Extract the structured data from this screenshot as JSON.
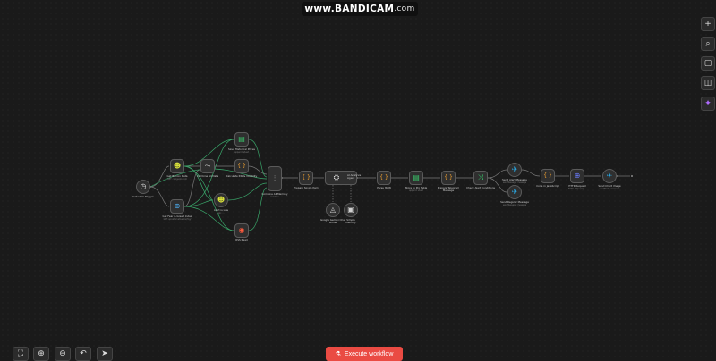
{
  "watermark": {
    "main": "www.BANDICAM",
    "suffix": ".com"
  },
  "nodes": {
    "schedule": {
      "label": "Schedule Trigger",
      "icon": "◷",
      "color": "#e0e0e0"
    },
    "bitcoin": {
      "label": "Get Bitcoin Data",
      "sub": "GET: coingecko.com",
      "icon": "☻",
      "color": "#d8e03a"
    },
    "feargreed": {
      "label": "Get Fear & Greed Index",
      "sub": "GET: api.alternative.me/fng/",
      "icon": "⊕",
      "color": "#4db6ff"
    },
    "combine": {
      "label": "Combine All Data",
      "icon": "⤳",
      "color": "#d0d0d0"
    },
    "calcrsi": {
      "label": "Calculate RSI & Volatility",
      "icon": "{ }",
      "color": "#f0a030"
    },
    "savehist": {
      "label": "Save Historical Prices",
      "sub": "append: sheet",
      "icon": "▤",
      "color": "#39c46a"
    },
    "alertlow": {
      "label": "Alert is Low",
      "sub": "api: ...",
      "icon": "☻",
      "color": "#d8e03a"
    },
    "rss": {
      "label": "RSS Read",
      "icon": "◉",
      "color": "#ff5a3c"
    },
    "merge": {
      "label": "Combine All Memory",
      "sub": "combine",
      "icon": "⫶",
      "color": "#d0d0d0"
    },
    "prepare": {
      "label": "Prepare Single Item",
      "icon": "{ }",
      "color": "#f0a030"
    },
    "aiagent": {
      "label": "AI Analysis Agent",
      "icon": "⛭",
      "color": "#e0e0e0"
    },
    "gemini": {
      "label": "Google Gemini Chat Model",
      "icon": "◬",
      "color": "#cfcfcf"
    },
    "memory": {
      "label": "Simple Memory",
      "icon": "▣",
      "color": "#cfcfcf"
    },
    "parsejson": {
      "label": "Parse JSON",
      "icon": "{ }",
      "color": "#f0a030"
    },
    "storetable": {
      "label": "Store to Pro Table",
      "sub": "append: sheet",
      "icon": "▤",
      "color": "#39c46a"
    },
    "preptg": {
      "label": "Prepare Telegram Message",
      "icon": "{ }",
      "color": "#f0a030"
    },
    "checkalert": {
      "label": "Check Alert Conditions",
      "icon": "⤨",
      "color": "#39c46a"
    },
    "alertmsg": {
      "label": "Send Alert Message",
      "sub": "sendMessage: message",
      "icon": "✈",
      "color": "#2aa6e0"
    },
    "regularmsg": {
      "label": "Send Regular Message",
      "sub": "sendMessage: message",
      "icon": "✈",
      "color": "#2aa6e0"
    },
    "codejs": {
      "label": "Code in JavaScript",
      "icon": "{ }",
      "color": "#f0a030"
    },
    "httpreq": {
      "label": "HTTP Request",
      "sub": "POST: https://api...",
      "icon": "⊕",
      "color": "#6a7cff"
    },
    "sendchart": {
      "label": "Send Chart Image",
      "sub": "sendPhoto: message",
      "icon": "✈",
      "color": "#2aa6e0"
    }
  },
  "right_toolbar": {
    "add": "+",
    "search": "⌕",
    "sticky": "▢",
    "panel": "◫",
    "ai": "✦"
  },
  "bottom_toolbar": {
    "fit": "⛶",
    "zoom_in": "⊕",
    "zoom_out": "⊖",
    "undo": "↶",
    "pointer": "➤"
  },
  "execute_button": {
    "icon": "⚗",
    "label": "Execute workflow"
  },
  "colors": {
    "canvas_bg": "#1a1a1a",
    "connection": "#6a6a6a",
    "connection_active": "#3aa66a",
    "execute_bg": "#ea4b43",
    "ai_accent": "#b06cff"
  }
}
